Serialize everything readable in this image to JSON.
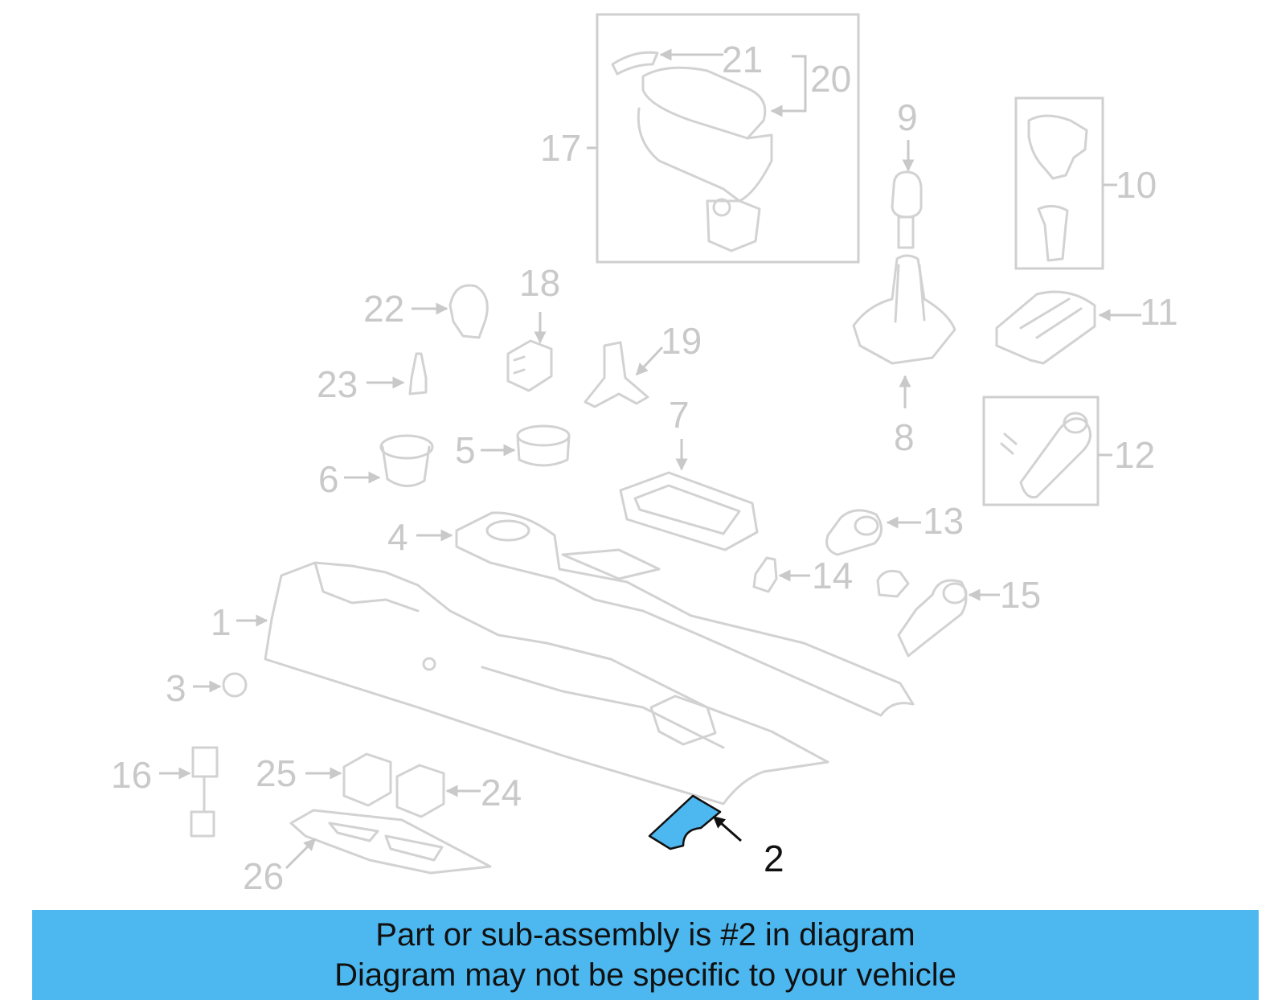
{
  "diagram": {
    "highlight_color": "#4db8f0",
    "callouts": [
      "1",
      "2",
      "3",
      "4",
      "5",
      "6",
      "7",
      "8",
      "9",
      "10",
      "11",
      "12",
      "13",
      "14",
      "15",
      "16",
      "17",
      "18",
      "19",
      "20",
      "21",
      "22",
      "23",
      "24",
      "25",
      "26"
    ],
    "highlighted_callout": "2"
  },
  "banner": {
    "line1": "Part or sub-assembly is #2 in diagram",
    "line2": "Diagram may not be specific to your vehicle",
    "background": "#4db8f0"
  }
}
